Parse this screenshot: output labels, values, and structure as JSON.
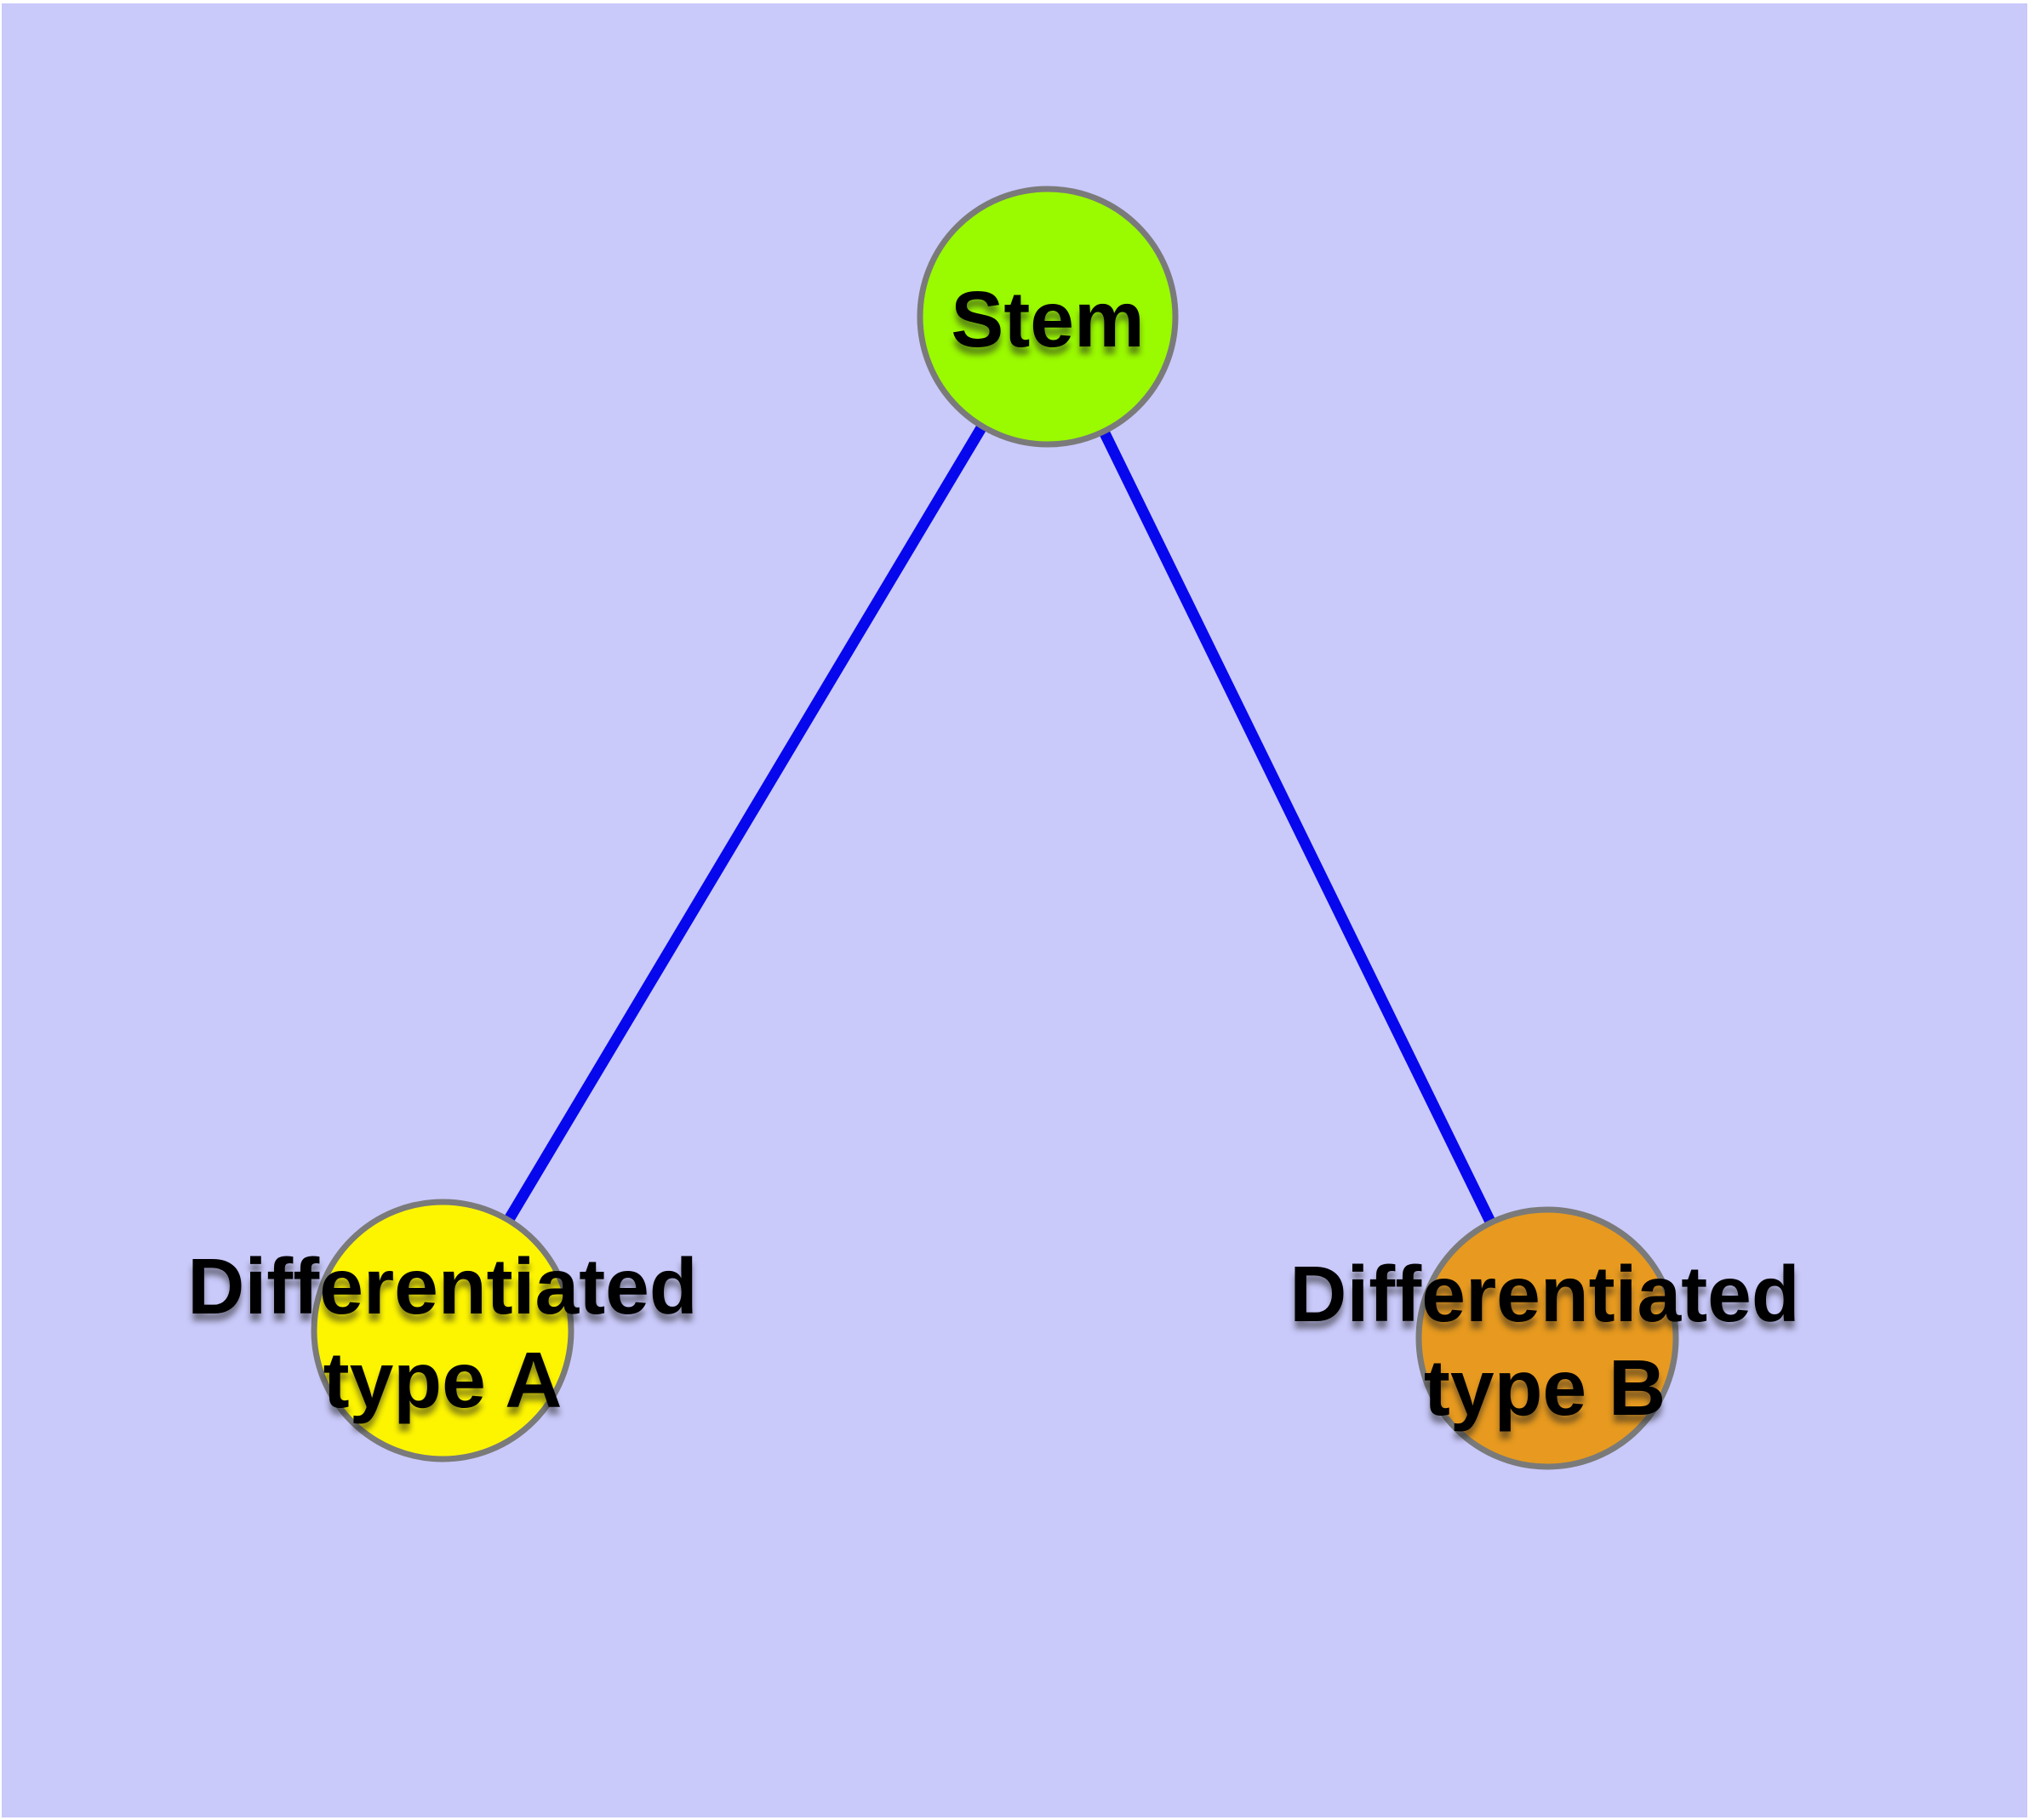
{
  "canvas": {
    "background_color": "#c9c9fa",
    "frame_color": "#ffffff",
    "node_border_color": "#7a7a7a",
    "edge_color": "#0707ee",
    "text_color": "#000000"
  },
  "graph": {
    "type": "node-link-diagram",
    "nodes": [
      {
        "id": "stem",
        "label": "Stem",
        "color": "#9afa00"
      },
      {
        "id": "differentiated-type-a",
        "label": "Differentiated\ntype A",
        "color": "#fdf500"
      },
      {
        "id": "differentiated-type-b",
        "label": "Differentiated\ntype B",
        "color": "#e79a1f"
      }
    ],
    "edges": [
      {
        "id": "stem-to-type-a",
        "from": "stem",
        "to": "differentiated-type-a",
        "color": "#0707ee"
      },
      {
        "id": "stem-to-type-b",
        "from": "stem",
        "to": "differentiated-type-b",
        "color": "#0707ee"
      }
    ]
  }
}
